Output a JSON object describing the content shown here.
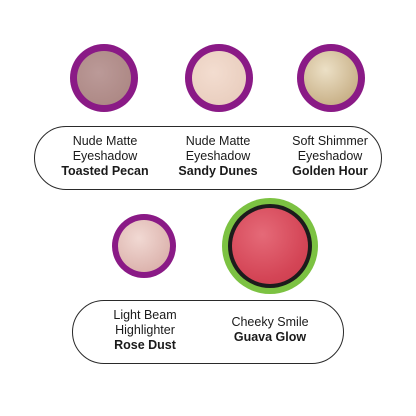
{
  "products": [
    {
      "line1": "Nude Matte",
      "line2": "Eyeshadow",
      "shade": "Toasted Pecan",
      "swatch_color": "#b08c8a",
      "ring_color": "#8a1a86"
    },
    {
      "line1": "Nude Matte",
      "line2": "Eyeshadow",
      "shade": "Sandy Dunes",
      "swatch_color": "#ecd2c4",
      "ring_color": "#8a1a86"
    },
    {
      "line1": "Soft Shimmer",
      "line2": "Eyeshadow",
      "shade": "Golden Hour",
      "swatch_color": "#d7c29e",
      "ring_color": "#8a1a86"
    },
    {
      "line1": "Light Beam",
      "line2": "Highlighter",
      "shade": "Rose Dust",
      "swatch_color": "#e5c2bd",
      "ring_color": "#8a1a86"
    },
    {
      "line1": "Cheeky Smile",
      "line2": "",
      "shade": "Guava Glow",
      "swatch_color": "#d64a5c",
      "ring_color": "#7cc242"
    }
  ]
}
